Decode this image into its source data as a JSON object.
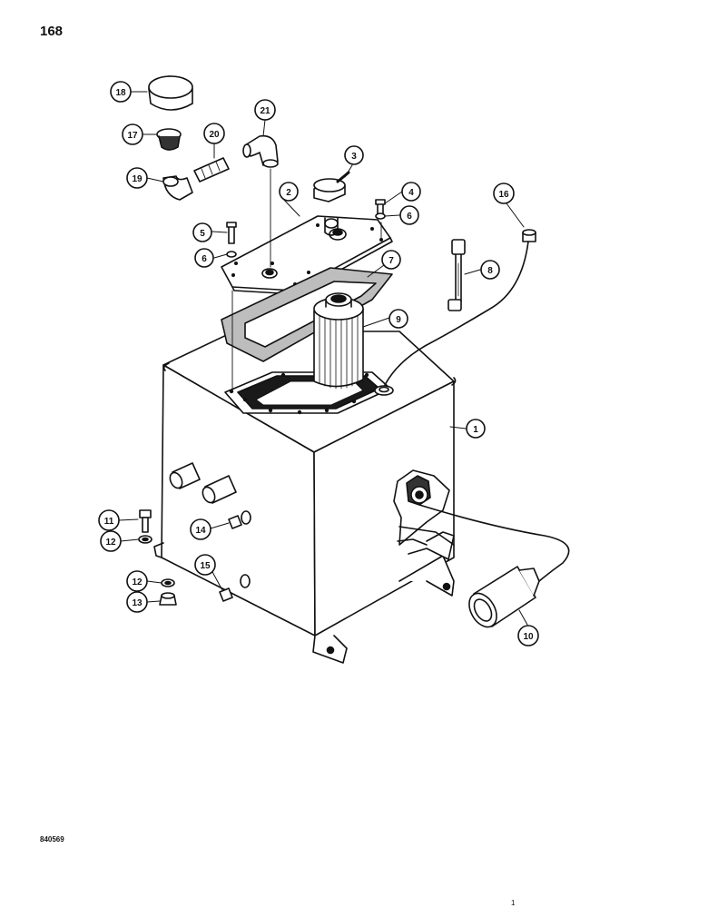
{
  "page": {
    "number": "168",
    "drawing_code": "840569",
    "footer_mark": "1"
  },
  "callouts": [
    {
      "id": "1"
    },
    {
      "id": "2"
    },
    {
      "id": "3"
    },
    {
      "id": "4"
    },
    {
      "id": "5"
    },
    {
      "id": "6"
    },
    {
      "id": "6"
    },
    {
      "id": "7"
    },
    {
      "id": "8"
    },
    {
      "id": "9"
    },
    {
      "id": "10"
    },
    {
      "id": "11"
    },
    {
      "id": "12"
    },
    {
      "id": "12"
    },
    {
      "id": "13"
    },
    {
      "id": "14"
    },
    {
      "id": "15"
    },
    {
      "id": "16"
    },
    {
      "id": "17"
    },
    {
      "id": "18"
    },
    {
      "id": "19"
    },
    {
      "id": "20"
    },
    {
      "id": "21"
    }
  ],
  "colors": {
    "ink": "#111111",
    "paper": "#ffffff",
    "gasket": "#9a9a9a"
  }
}
